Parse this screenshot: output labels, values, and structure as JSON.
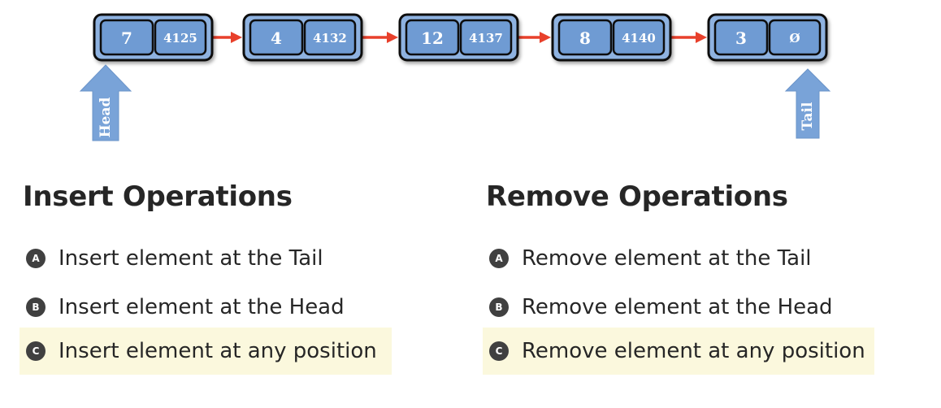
{
  "linked_list": {
    "nodes": [
      {
        "value": "7",
        "pointer": "4125"
      },
      {
        "value": "4",
        "pointer": "4132"
      },
      {
        "value": "12",
        "pointer": "4137"
      },
      {
        "value": "8",
        "pointer": "4140"
      },
      {
        "value": "3",
        "pointer": "Ø"
      }
    ],
    "head_label": "Head",
    "tail_label": "Tail",
    "colors": {
      "cell_fill": "#6f9bd3",
      "node_fill": "#8eb2e0",
      "border": "#0d0d0d",
      "link_arrow": "#e8402b",
      "marker_arrow": "#79a3d8"
    }
  },
  "insert_section": {
    "heading": "Insert Operations",
    "items": [
      {
        "badge": "A",
        "text": "Insert element at the Tail"
      },
      {
        "badge": "B",
        "text": "Insert element at the Head"
      },
      {
        "badge": "C",
        "text": "Insert element at any position",
        "highlighted": true
      }
    ]
  },
  "remove_section": {
    "heading": "Remove Operations",
    "items": [
      {
        "badge": "A",
        "text": "Remove element at the Tail"
      },
      {
        "badge": "B",
        "text": "Remove element at the Head"
      },
      {
        "badge": "C",
        "text": "Remove element at any position",
        "highlighted": true
      }
    ]
  }
}
